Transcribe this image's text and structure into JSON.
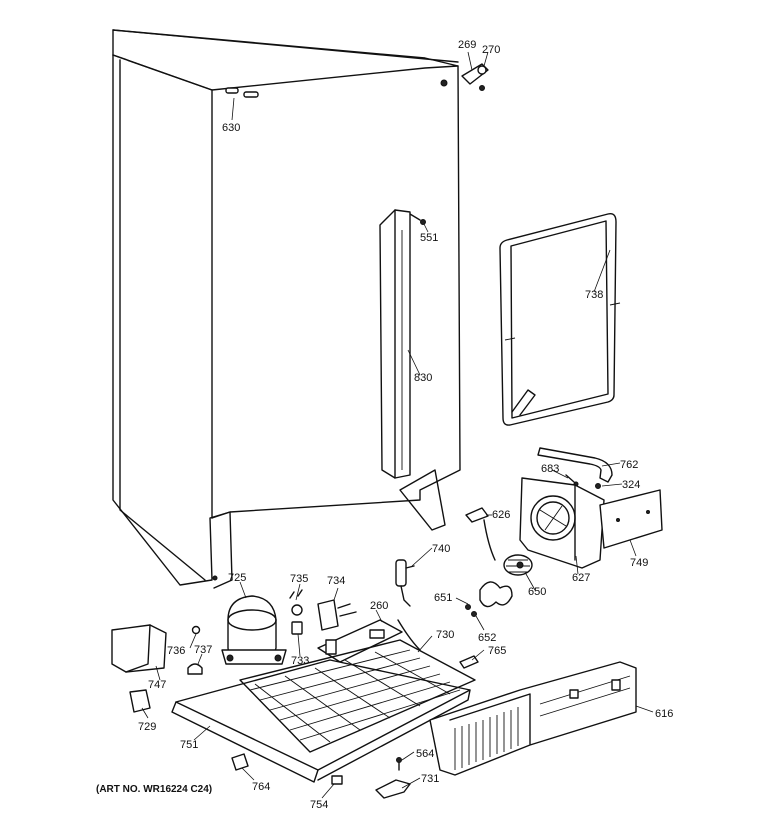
{
  "caption": "(ART NO. WR16224 C24)",
  "parts": {
    "p269": "269",
    "p270": "270",
    "p630": "630",
    "p551": "551",
    "p738": "738",
    "p830": "830",
    "p762": "762",
    "p683": "683",
    "p324": "324",
    "p626": "626",
    "p749": "749",
    "p627": "627",
    "p740": "740",
    "p650": "650",
    "p725": "725",
    "p735": "735",
    "p734": "734",
    "p260": "260",
    "p651": "651",
    "p736": "736",
    "p730": "730",
    "p652": "652",
    "p737": "737",
    "p733": "733",
    "p765": "765",
    "p747": "747",
    "p616": "616",
    "p729": "729",
    "p751": "751",
    "p564": "564",
    "p764": "764",
    "p731": "731",
    "p754": "754"
  }
}
